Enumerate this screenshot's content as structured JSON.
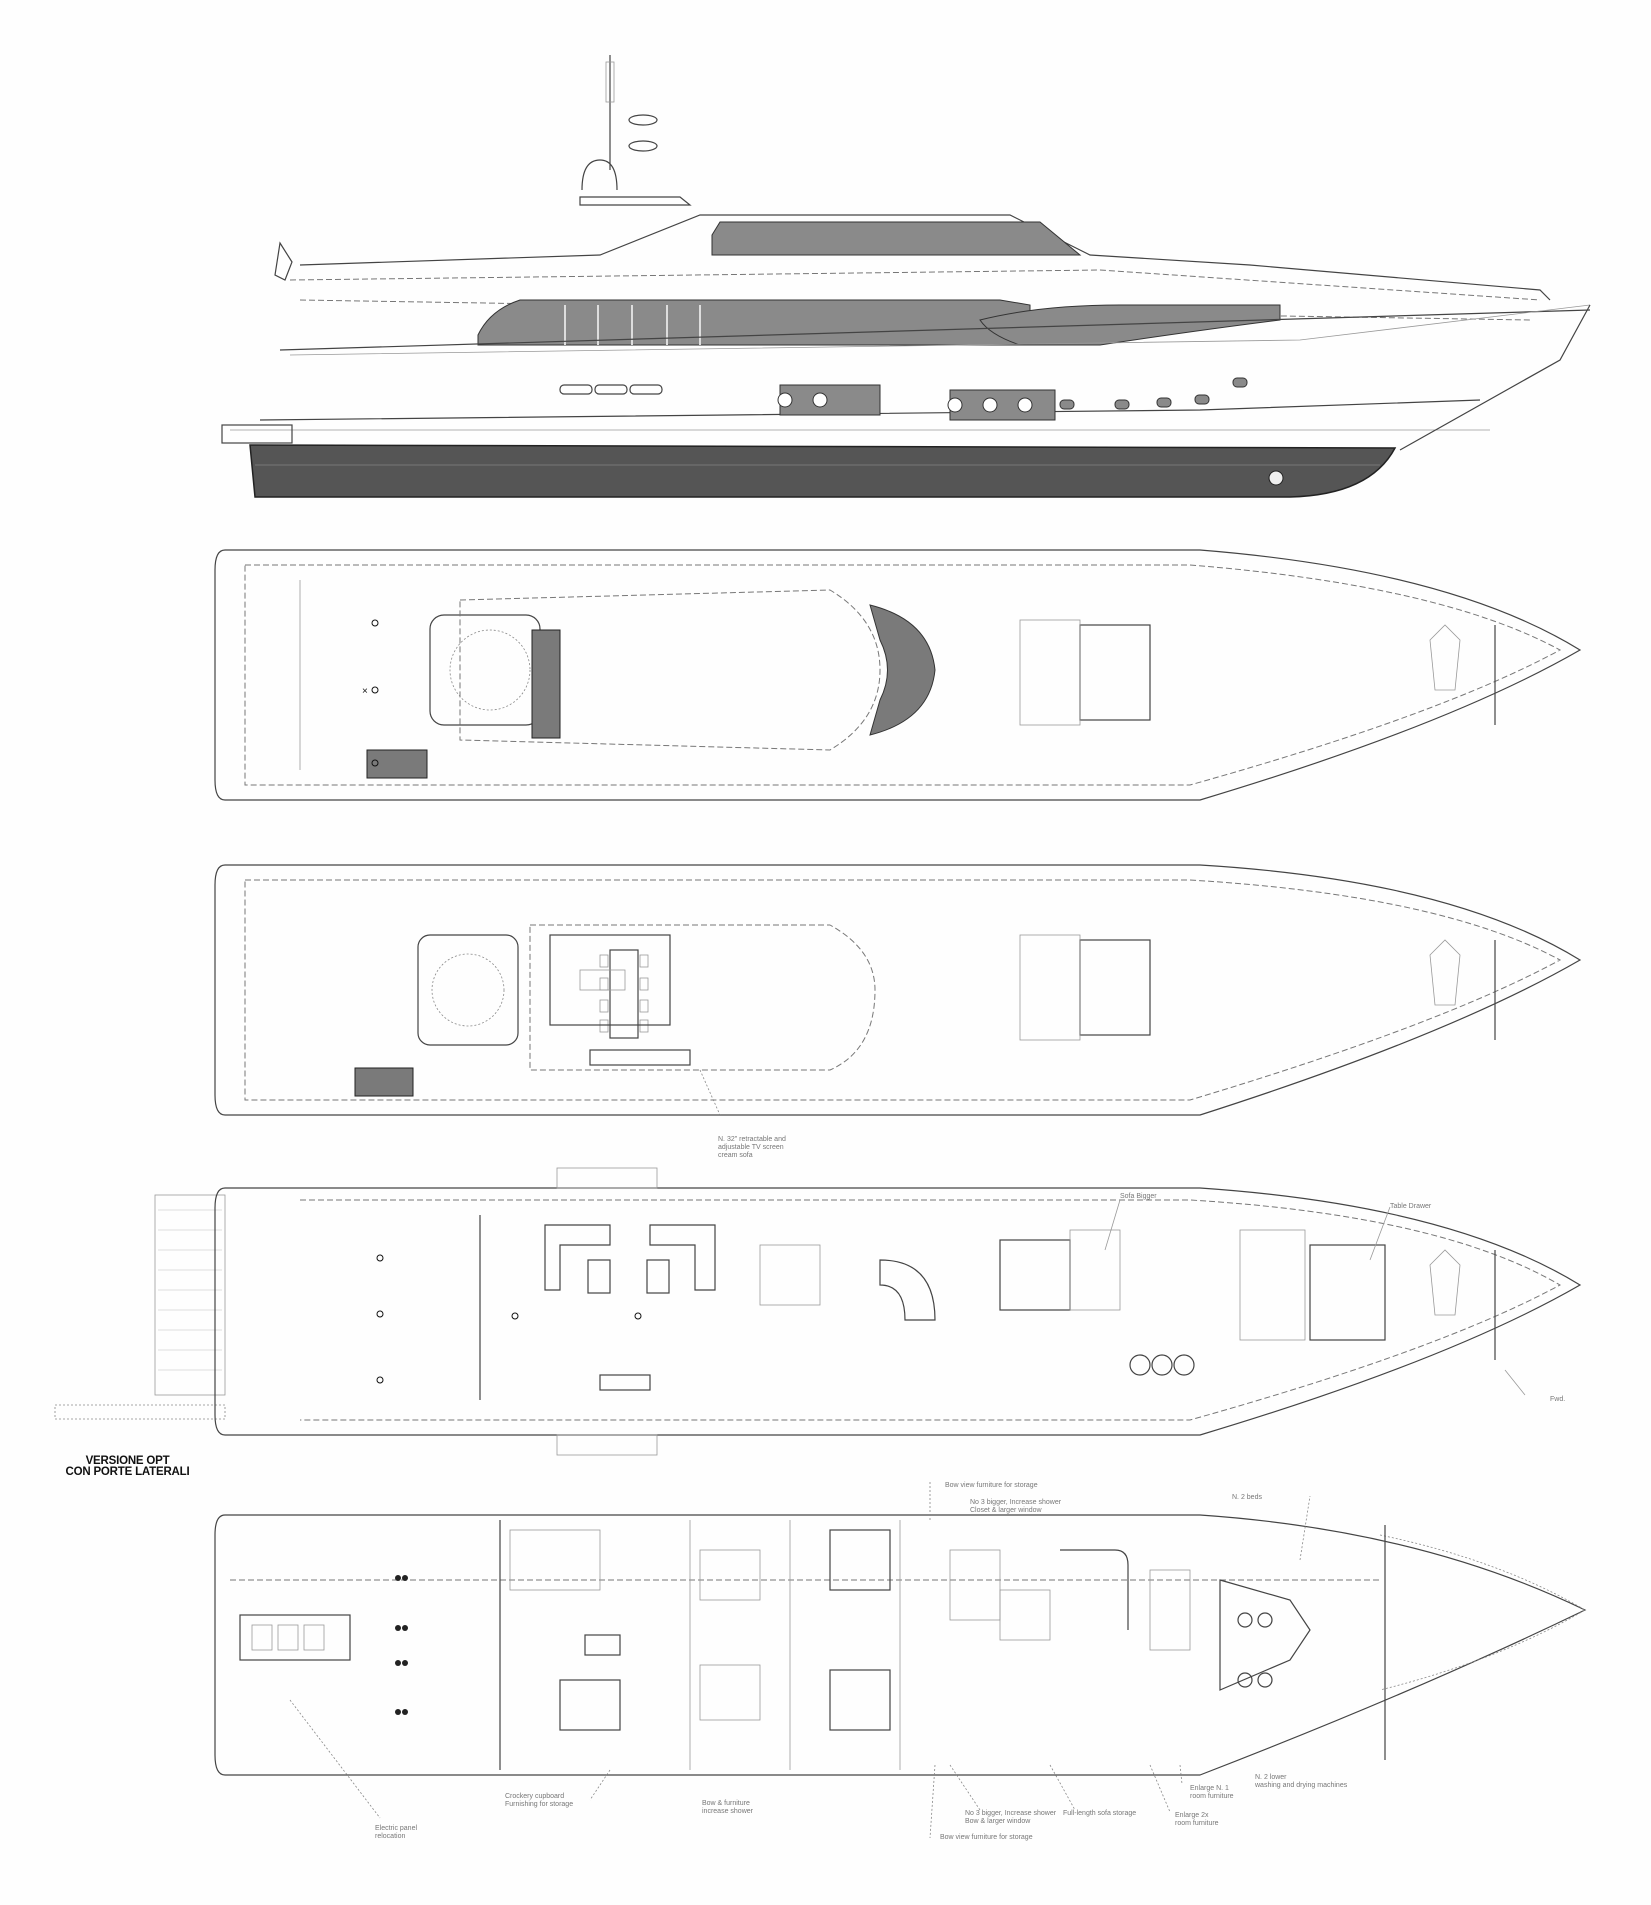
{
  "drawing": {
    "type": "yacht general arrangement",
    "views": [
      {
        "id": "profile",
        "name": "Side profile"
      },
      {
        "id": "sun-deck",
        "name": "Sun deck / hardtop plan"
      },
      {
        "id": "flybridge",
        "name": "Flybridge plan"
      },
      {
        "id": "main-deck",
        "name": "Main deck plan"
      },
      {
        "id": "lower-deck",
        "name": "Lower deck plan"
      }
    ],
    "colors": {
      "background": "#ffffff",
      "line": "#444444",
      "hull_bottom": "#555555",
      "glazing": "#8a8a8a"
    }
  },
  "main_deck": {
    "option_label_line1": "VERSIONE OPT",
    "option_label_line2": "CON PORTE LATERALI",
    "callouts": {
      "sofa": "Sofa Bigger",
      "tabletop": "Table Drawer",
      "fwd": "Fwd."
    }
  },
  "flybridge": {
    "callout": "N. 32\" retractable and\nadjustable TV screen\ncream sofa"
  },
  "lower_deck": {
    "callouts_top": [
      "Bow view furniture for storage",
      "No 3 bigger, Increase shower\nCloset & larger window",
      "N. 2 beds"
    ],
    "callouts_bottom": [
      "Electric panel\nrelocation",
      "Crockery cupboard\nFurnishing for storage",
      "Bow & furniture\nincrease shower",
      "Bow view furniture for storage",
      "No 3 bigger, Increase shower\nBow & larger window",
      "Full-length sofa storage",
      "Enlarge N. 1\nroom furniture",
      "Enlarge 2x\nroom furniture",
      "N. 2 lower\nwashing and drying machines"
    ]
  }
}
